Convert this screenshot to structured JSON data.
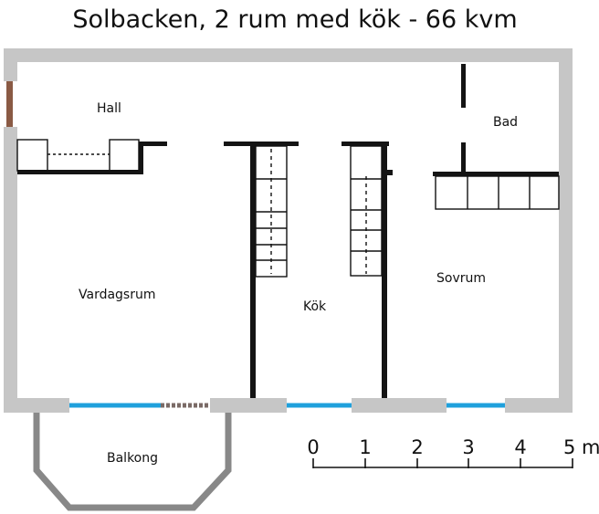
{
  "title": "Solbacken, 2 rum med kök - 66 kvm",
  "rooms": {
    "hall": "Hall",
    "bad": "Bad",
    "vardagsrum": "Vardagsrum",
    "kok": "Kök",
    "sovrum": "Sovrum",
    "balkong": "Balkong"
  },
  "scale": {
    "ticks": [
      "0",
      "1",
      "2",
      "3",
      "4",
      "5 m"
    ]
  },
  "colors": {
    "outer_wall": "#c6c6c6",
    "inner_wall": "#141414",
    "window": "#1fa0dc",
    "door": "#8a5a44",
    "balcony": "#888888"
  }
}
